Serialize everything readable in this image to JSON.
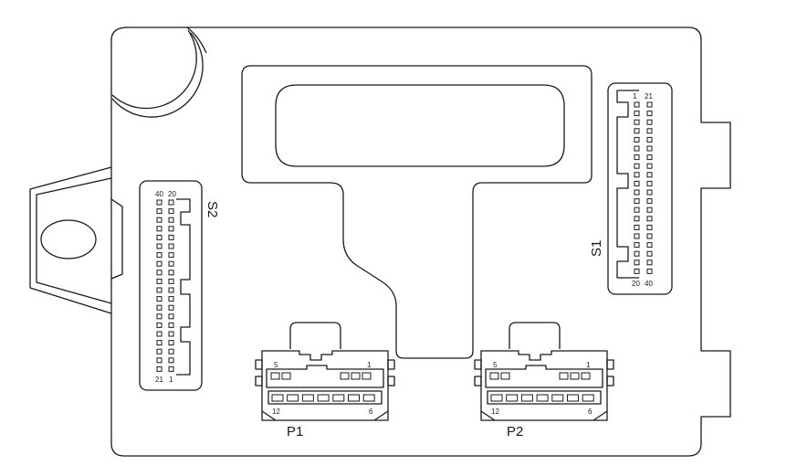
{
  "connectors": {
    "s1": {
      "label": "S1",
      "pin_tl": "1",
      "pin_tr": "21",
      "pin_bl": "20",
      "pin_br": "40"
    },
    "s2": {
      "label": "S2",
      "pin_tl": "40",
      "pin_tr": "20",
      "pin_bl": "21",
      "pin_br": "1"
    },
    "p1": {
      "label": "P1",
      "pin_tl": "5",
      "pin_tr": "1",
      "pin_bl": "12",
      "pin_br": "6"
    },
    "p2": {
      "label": "P2",
      "pin_tl": "5",
      "pin_tr": "1",
      "pin_bl": "12",
      "pin_br": "6"
    }
  },
  "colors": {
    "line": "#1a1a1a",
    "background": "#ffffff"
  }
}
